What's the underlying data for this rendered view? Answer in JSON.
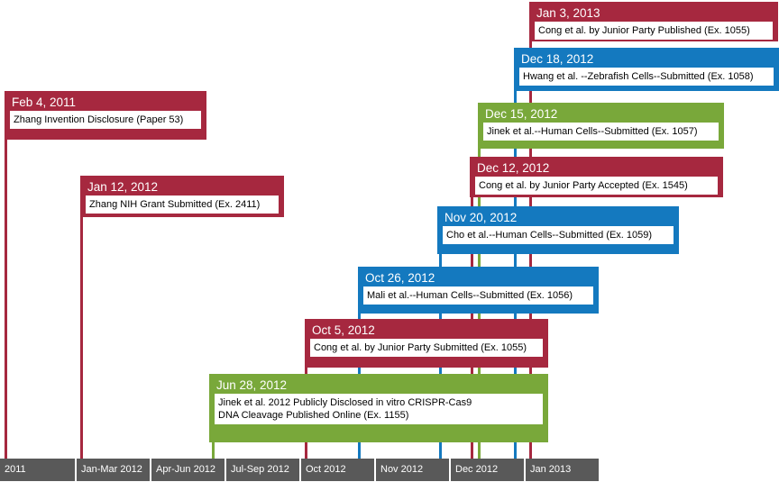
{
  "colors": {
    "red": "#A6283F",
    "blue": "#1479BF",
    "green": "#79A83A",
    "axis": "#595959"
  },
  "axis_labels": [
    "2011",
    "Jan-Mar 2012",
    "Apr-Jun 2012",
    "Jul-Sep 2012",
    "Oct 2012",
    "Nov 2012",
    "Dec 2012",
    "Jan 2013"
  ],
  "events": [
    {
      "date": "Feb 4, 2011",
      "desc": "Zhang Invention Disclosure (Paper 53)",
      "color": "red"
    },
    {
      "date": "Jan 12, 2012",
      "desc": "Zhang NIH Grant Submitted (Ex. 2411)",
      "color": "red"
    },
    {
      "date": "Jun 28, 2012",
      "desc": "Jinek et al. 2012 Publicly Disclosed in vitro CRISPR-Cas9\nDNA Cleavage Published Online (Ex. 1155)",
      "color": "green"
    },
    {
      "date": "Oct 5, 2012",
      "desc": "Cong et al. by Junior Party Submitted (Ex. 1055)",
      "color": "red"
    },
    {
      "date": "Oct 26, 2012",
      "desc": "Mali et al.--Human Cells--Submitted (Ex. 1056)",
      "color": "blue"
    },
    {
      "date": "Nov 20, 2012",
      "desc": "Cho et al.--Human Cells--Submitted (Ex. 1059)",
      "color": "blue"
    },
    {
      "date": "Dec 12, 2012",
      "desc": "Cong et al. by Junior Party Accepted (Ex. 1545)",
      "color": "red"
    },
    {
      "date": "Dec 15, 2012",
      "desc": "Jinek et al.--Human Cells--Submitted (Ex. 1057)",
      "color": "green"
    },
    {
      "date": "Dec 18, 2012",
      "desc": "Hwang et al. --Zebrafish Cells--Submitted (Ex. 1058)",
      "color": "blue"
    },
    {
      "date": "Jan 3, 2013",
      "desc": "Cong et al. by Junior Party Published (Ex. 1055)",
      "color": "red"
    }
  ]
}
